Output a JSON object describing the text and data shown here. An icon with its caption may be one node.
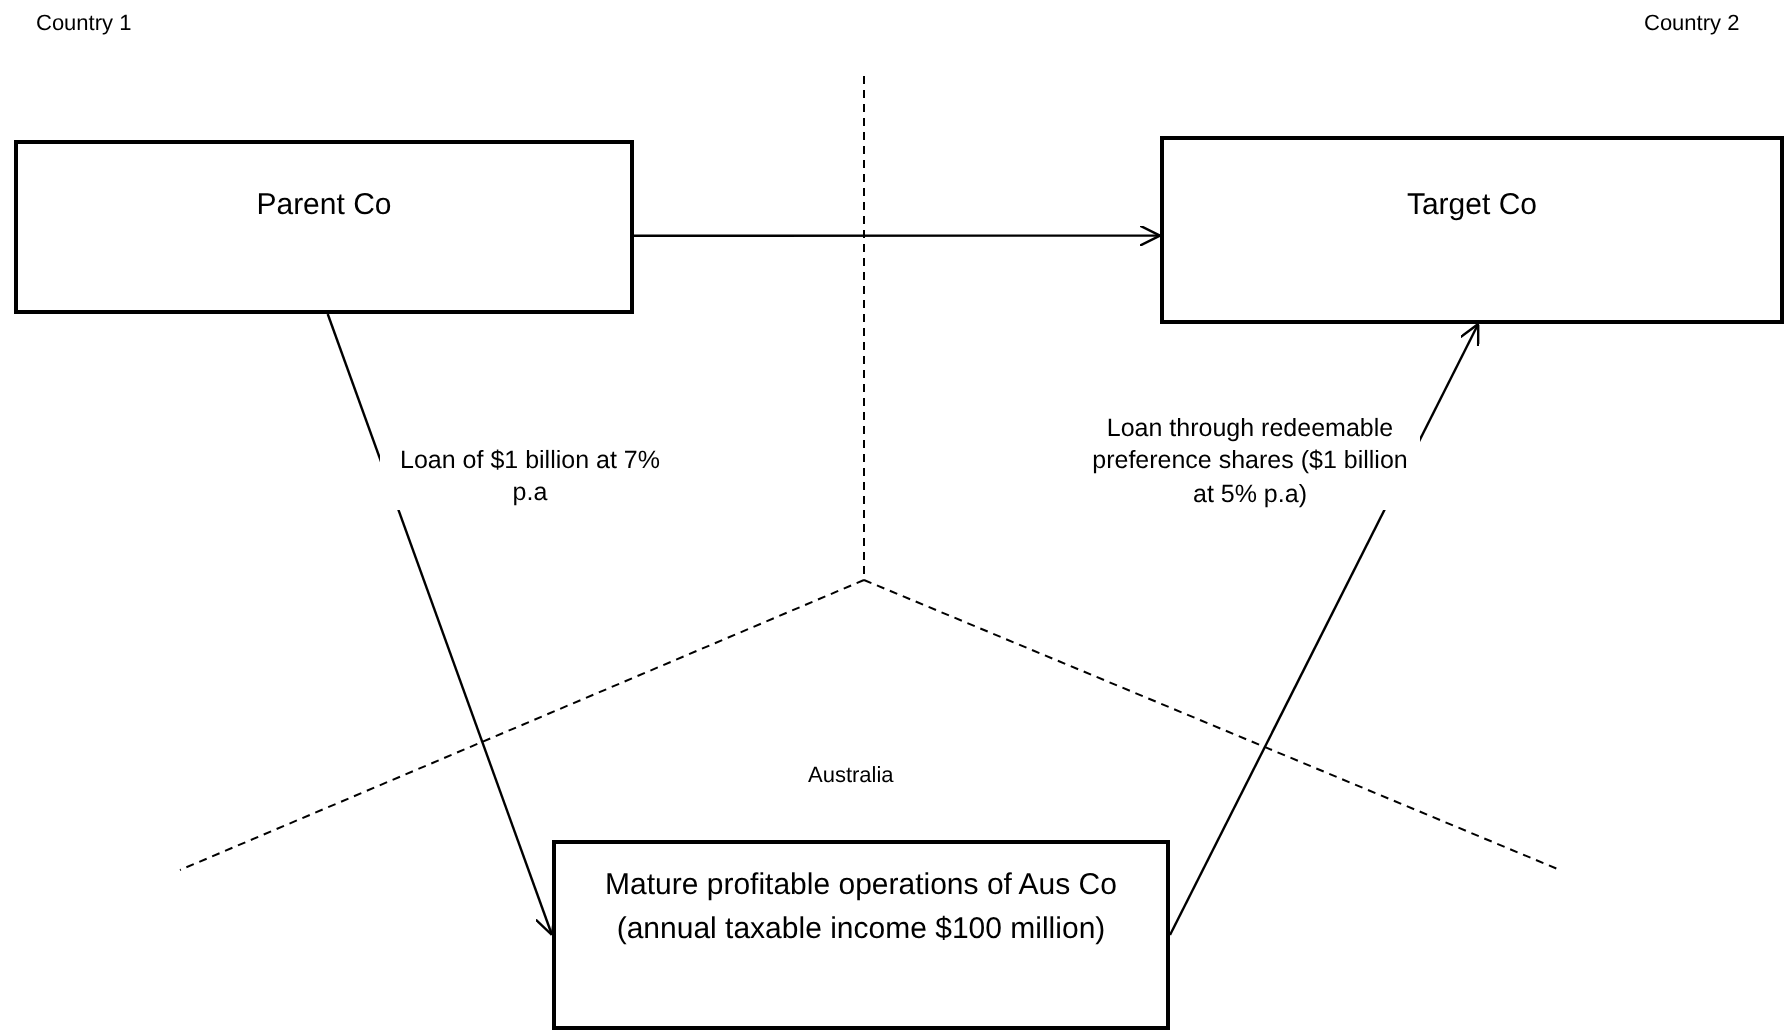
{
  "diagram": {
    "nodes": [
      {
        "text": [
          "Parent Co"
        ]
      },
      {
        "text": [
          "Target Co"
        ]
      },
      {
        "text": [
          "Mature profitable operations of Aus Co",
          "(annual taxable income $100 million)"
        ]
      }
    ],
    "edges": [
      {
        "from": 0,
        "to": 1,
        "arrow": "to"
      },
      {
        "from": 0,
        "to": 2,
        "arrow": "to",
        "label": "Loan of $1 billion at 7% p.a"
      },
      {
        "from": 2,
        "to": 1,
        "arrow": "to",
        "label": "Loan through redeemable preference shares ($1 billion at 5% p.a)"
      }
    ],
    "labels": [
      "Country 1",
      "Country 2",
      "Australia"
    ]
  }
}
